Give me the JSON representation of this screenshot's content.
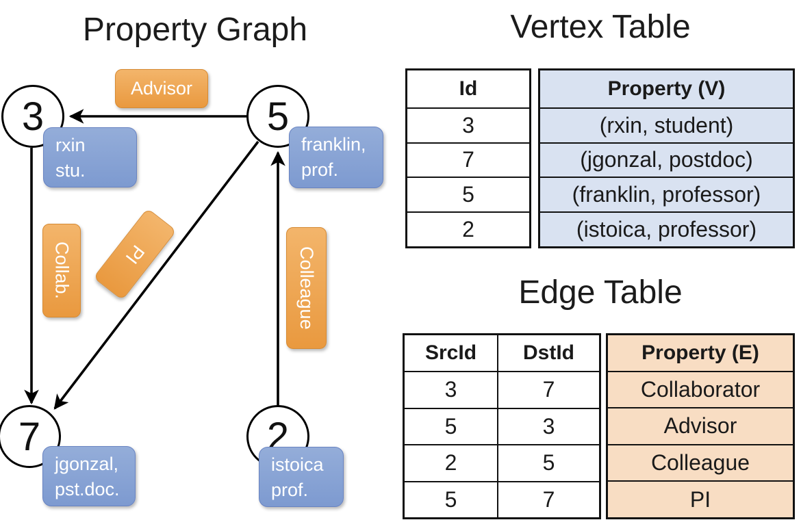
{
  "graph": {
    "title": "Property Graph",
    "nodes": [
      {
        "id": "3",
        "prop_line1": "rxin",
        "prop_line2": "stu."
      },
      {
        "id": "5",
        "prop_line1": "franklin,",
        "prop_line2": "prof."
      },
      {
        "id": "7",
        "prop_line1": "jgonzal,",
        "prop_line2": "pst.doc."
      },
      {
        "id": "2",
        "prop_line1": "istoica",
        "prop_line2": "prof."
      }
    ],
    "edge_labels": {
      "advisor": "Advisor",
      "collab": "Collab.",
      "pi": "PI",
      "colleague": "Colleague"
    },
    "edges": [
      {
        "src": "5",
        "dst": "3"
      },
      {
        "src": "3",
        "dst": "7"
      },
      {
        "src": "5",
        "dst": "7"
      },
      {
        "src": "2",
        "dst": "5"
      }
    ]
  },
  "vertex_table": {
    "title": "Vertex Table",
    "columns": {
      "id": "Id",
      "property": "Property (V)"
    },
    "rows": [
      {
        "id": "3",
        "property": "(rxin, student)"
      },
      {
        "id": "7",
        "property": "(jgonzal, postdoc)"
      },
      {
        "id": "5",
        "property": "(franklin, professor)"
      },
      {
        "id": "2",
        "property": "(istoica, professor)"
      }
    ]
  },
  "edge_table": {
    "title": "Edge Table",
    "columns": {
      "src": "SrcId",
      "dst": "DstId",
      "property": "Property (E)"
    },
    "rows": [
      {
        "src": "3",
        "dst": "7",
        "property": "Collaborator"
      },
      {
        "src": "5",
        "dst": "3",
        "property": "Advisor"
      },
      {
        "src": "2",
        "dst": "5",
        "property": "Colleague"
      },
      {
        "src": "5",
        "dst": "7",
        "property": "PI"
      }
    ]
  },
  "colors": {
    "edge_label_fill_top": "#f3b56b",
    "edge_label_fill_bottom": "#e9993f",
    "vertex_label_fill_top": "#94add9",
    "vertex_label_fill_bottom": "#7d9ad0",
    "vertex_property_bg": "#d9e2f1",
    "edge_property_bg": "#f8ddc3",
    "line_color": "#000000"
  }
}
